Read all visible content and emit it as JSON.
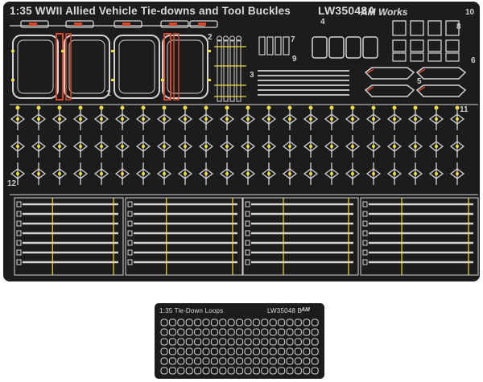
{
  "sheet_a": {
    "title": "1:35 WWII Allied Vehicle Tie-downs and Tool Buckles",
    "code": "LW35048A",
    "logo": "AM Works",
    "part_numbers": [
      "1",
      "2",
      "3",
      "4",
      "5",
      "6",
      "7",
      "8",
      "9",
      "10",
      "11",
      "12"
    ]
  },
  "sheet_b": {
    "title": "1:35 Tie-Down Loops",
    "code": "LW35048 B",
    "logo": "AM"
  },
  "colors": {
    "fret": "#1c1c1c",
    "metal": "#d4d4d4",
    "gate": "#f0dc3c",
    "accent": "#d9482a"
  }
}
